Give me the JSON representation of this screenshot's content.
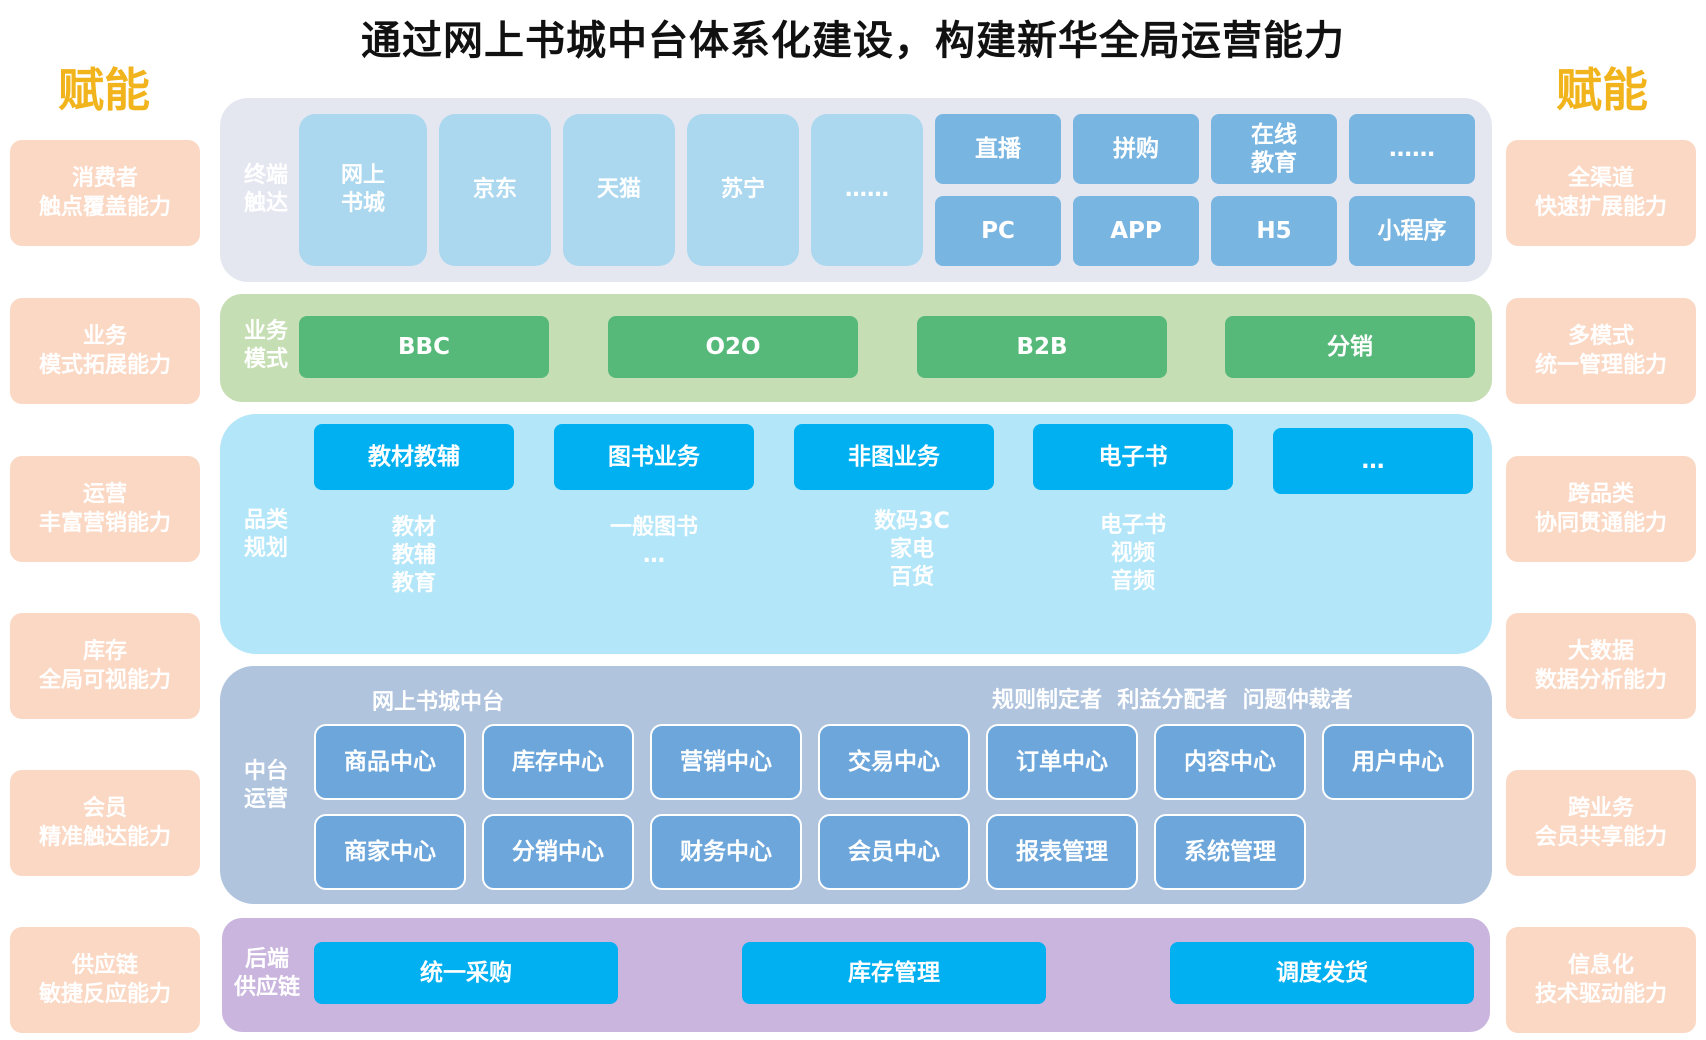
{
  "title": "通过网上书城中台体系化建设，构建新华全局运营能力",
  "empower_left": "赋能",
  "empower_right": "赋能",
  "left_cards": [
    [
      "消费者",
      "触点覆盖能力"
    ],
    [
      "业务",
      "模式拓展能力"
    ],
    [
      "运营",
      "丰富营销能力"
    ],
    [
      "库存",
      "全局可视能力"
    ],
    [
      "会员",
      "精准触达能力"
    ],
    [
      "供应链",
      "敏捷反应能力"
    ]
  ],
  "right_cards": [
    [
      "全渠道",
      "快速扩展能力"
    ],
    [
      "多模式",
      "统一管理能力"
    ],
    [
      "跨品类",
      "协同贯通能力"
    ],
    [
      "大数据",
      "数据分析能力"
    ],
    [
      "跨业务",
      "会员共享能力"
    ],
    [
      "信息化",
      "技术驱动能力"
    ]
  ],
  "terminal": {
    "label": [
      "终端",
      "触达"
    ],
    "channels": [
      [
        "网上",
        "书城"
      ],
      [
        "京东"
      ],
      [
        "天猫"
      ],
      [
        "苏宁"
      ],
      [
        "……"
      ]
    ],
    "top_row": [
      [
        "直播"
      ],
      [
        "拼购"
      ],
      [
        "在线",
        "教育"
      ],
      [
        "……"
      ]
    ],
    "bottom_row": [
      "PC",
      "APP",
      "H5",
      "小程序"
    ]
  },
  "business": {
    "label": [
      "业务",
      "模式"
    ],
    "items": [
      "BBC",
      "O2O",
      "B2B",
      "分销"
    ]
  },
  "category": {
    "label": [
      "品类",
      "规划"
    ],
    "items": [
      "教材教辅",
      "图书业务",
      "非图业务",
      "电子书",
      "…"
    ],
    "details": [
      [
        "教材",
        "教辅",
        "教育"
      ],
      [
        "一般图书",
        "…"
      ],
      [
        "数码3C",
        "家电",
        "百货"
      ],
      [
        "电子书",
        "视频",
        "音频"
      ]
    ]
  },
  "middle": {
    "label": [
      "中台",
      "运营"
    ],
    "platform_title": "网上书城中台",
    "roles": "规则制定者  利益分配者  问题仲裁者",
    "row1": [
      "商品中心",
      "库存中心",
      "营销中心",
      "交易中心",
      "订单中心",
      "内容中心",
      "用户中心"
    ],
    "row2": [
      "商家中心",
      "分销中心",
      "财务中心",
      "会员中心",
      "报表管理",
      "系统管理"
    ]
  },
  "supply": {
    "label": [
      "后端",
      "供应链"
    ],
    "items": [
      "统一采购",
      "库存管理",
      "调度发货"
    ]
  },
  "colors": {
    "terminal_bg": "#e4e7f0",
    "business_bg": "#c6deb3",
    "category_bg": "#b3e6f8",
    "middle_bg": "#b0c4de",
    "supply_bg": "#c9b5dd",
    "side_card": "#fbd8c4",
    "empower": "#f2b41c"
  }
}
